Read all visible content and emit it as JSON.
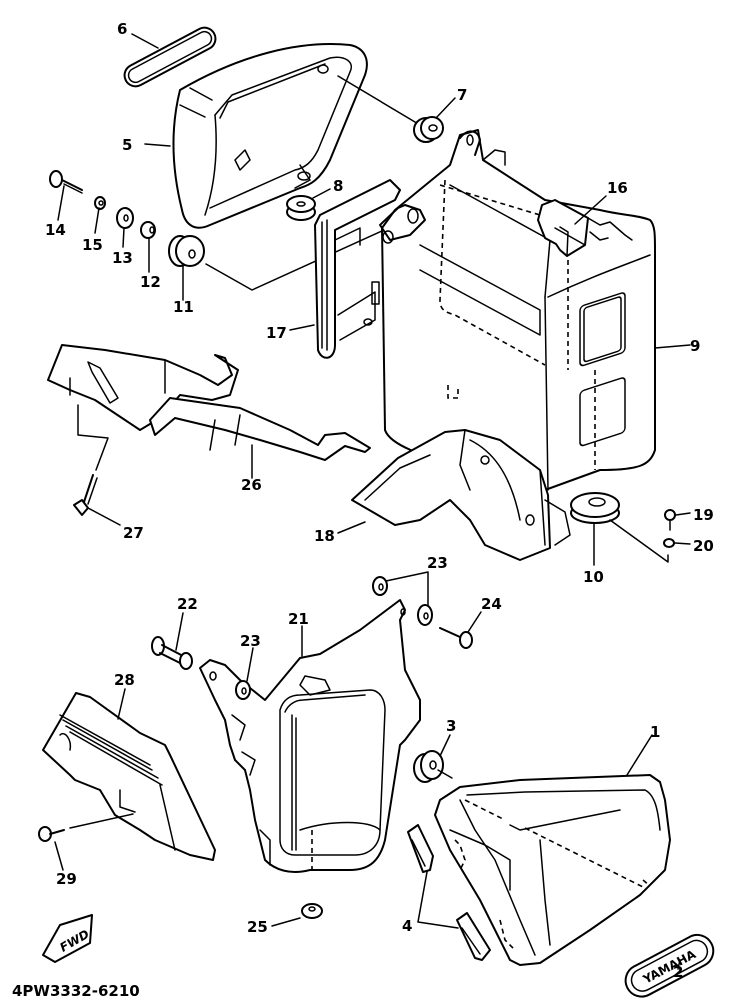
{
  "diagram": {
    "title": "Side cover / battery box parts diagram",
    "diagram_code": "4PW3332-6210",
    "direction_marker": "FWD",
    "emblem_text": "YAMAHA",
    "callouts": [
      {
        "id": "1",
        "label": "1",
        "part": "side cover (right)"
      },
      {
        "id": "2",
        "label": "2",
        "part": "emblem"
      },
      {
        "id": "3",
        "label": "3",
        "part": "damper"
      },
      {
        "id": "4",
        "label": "4",
        "part": "damper"
      },
      {
        "id": "5",
        "label": "5",
        "part": "side cover (left)"
      },
      {
        "id": "6",
        "label": "6",
        "part": "emblem"
      },
      {
        "id": "7",
        "label": "7",
        "part": "damper"
      },
      {
        "id": "8",
        "label": "8",
        "part": "damper"
      },
      {
        "id": "9",
        "label": "9",
        "part": "battery box"
      },
      {
        "id": "10",
        "label": "10",
        "part": "damper"
      },
      {
        "id": "11",
        "label": "11",
        "part": "grommet"
      },
      {
        "id": "12",
        "label": "12",
        "part": "collar"
      },
      {
        "id": "13",
        "label": "13",
        "part": "washer"
      },
      {
        "id": "14",
        "label": "14",
        "part": "bolt"
      },
      {
        "id": "15",
        "label": "15",
        "part": "washer"
      },
      {
        "id": "16",
        "label": "16",
        "part": "damper"
      },
      {
        "id": "17",
        "label": "17",
        "part": "bracket"
      },
      {
        "id": "18",
        "label": "18",
        "part": "bracket"
      },
      {
        "id": "19",
        "label": "19",
        "part": "bolt"
      },
      {
        "id": "20",
        "label": "20",
        "part": "washer"
      },
      {
        "id": "21",
        "label": "21",
        "part": "tool box"
      },
      {
        "id": "22",
        "label": "22",
        "part": "bolt"
      },
      {
        "id": "23",
        "label": "23",
        "part": "damper"
      },
      {
        "id": "24",
        "label": "24",
        "part": "bolt"
      },
      {
        "id": "25",
        "label": "25",
        "part": "damper"
      },
      {
        "id": "26",
        "label": "26",
        "part": "stay"
      },
      {
        "id": "27",
        "label": "27",
        "part": "bolt"
      },
      {
        "id": "28",
        "label": "28",
        "part": "cover"
      },
      {
        "id": "29",
        "label": "29",
        "part": "bolt"
      }
    ]
  }
}
